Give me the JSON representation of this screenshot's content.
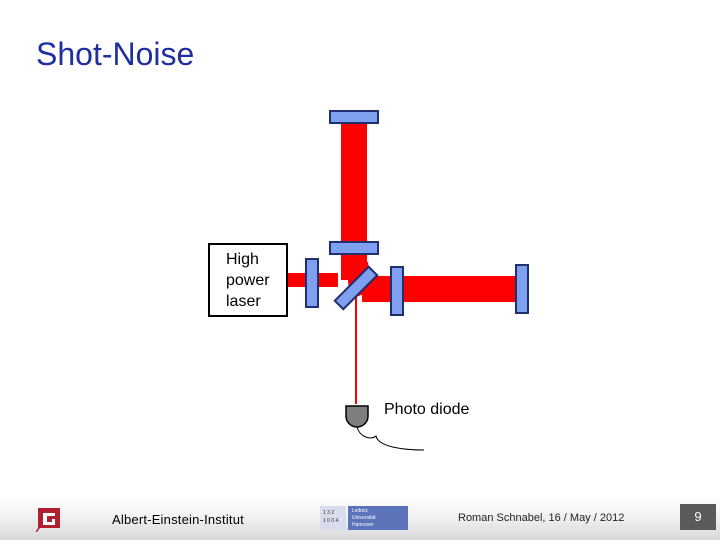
{
  "slide": {
    "title": "Shot-Noise"
  },
  "diagram": {
    "laser_label": "High\npower\nlaser",
    "detector_label": "Photo diode",
    "colors": {
      "beam": "#ff0000",
      "mirror_fill": "#7f9fef",
      "mirror_stroke": "#1f2f6f",
      "detector": "#7f7f7f"
    }
  },
  "footer": {
    "institute": "Albert-Einstein-Institut",
    "author_date": "Roman Schnabel, 16 / May / 2012",
    "page_number": "9",
    "university_logo_lines": [
      "Leibniz",
      "Universität",
      "Hannover"
    ],
    "university_logo_numbers": [
      "1 0 0 4",
      "1 3 2"
    ]
  }
}
